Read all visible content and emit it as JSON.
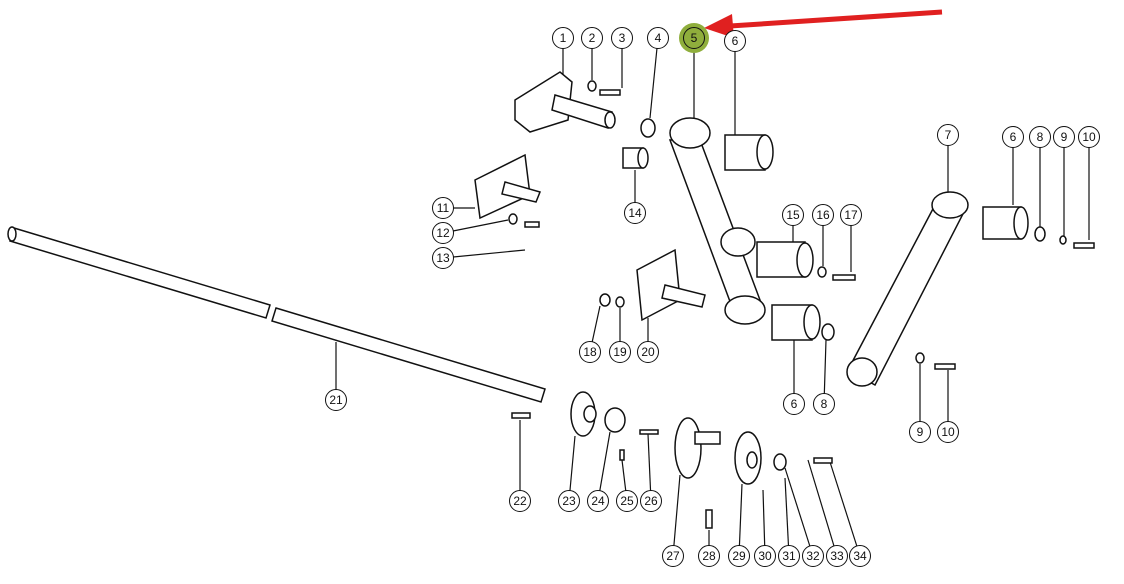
{
  "diagram": {
    "type": "exploded-parts-diagram",
    "highlighted_part": "5",
    "highlight_color": "#8fae3c",
    "arrow_color": "#e02020",
    "callouts": [
      "1",
      "2",
      "3",
      "4",
      "5",
      "6",
      "7",
      "6",
      "8",
      "9",
      "10",
      "11",
      "12",
      "13",
      "14",
      "15",
      "16",
      "17",
      "18",
      "19",
      "20",
      "21",
      "22",
      "23",
      "24",
      "25",
      "26",
      "27",
      "28",
      "29",
      "30",
      "31",
      "32",
      "33",
      "34",
      "6",
      "8",
      "9",
      "10"
    ]
  }
}
